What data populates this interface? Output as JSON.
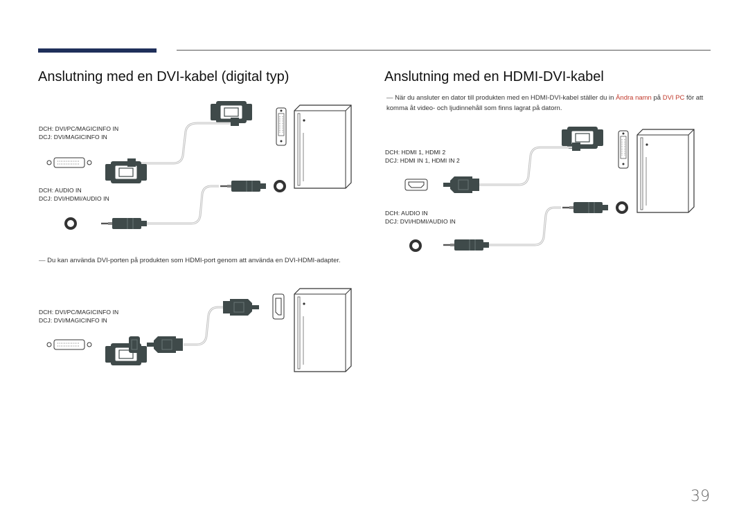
{
  "header": {
    "left_title": "Anslutning med en DVI-kabel (digital typ)",
    "right_title": "Anslutning med en HDMI-DVI-kabel"
  },
  "right": {
    "note_dash": "―",
    "note_part1": "När du ansluter en dator till produkten med en HDMI-DVI-kabel ställer du in ",
    "note_link1": "Ändra namn",
    "note_part2": " på ",
    "note_link2": "DVI PC",
    "note_part3": " för att komma åt video- och ljudinnehåll som finns lagrat på datorn.",
    "hdmi_label_1": "DCH: HDMI 1, HDMI 2",
    "hdmi_label_2": "DCJ: HDMI IN 1, HDMI IN 2",
    "audio_label_1": "DCH: AUDIO IN",
    "audio_label_2": "DCJ: DVI/HDMI/AUDIO IN"
  },
  "left": {
    "dvi_label_1": "DCH: DVI/PC/MAGICINFO IN",
    "dvi_label_2": "DCJ: DVI/MAGICINFO IN",
    "audio_label_1": "DCH: AUDIO IN",
    "audio_label_2": "DCJ: DVI/HDMI/AUDIO IN",
    "note_dash": "―",
    "note_text": "Du kan använda DVI-porten på produkten som HDMI-port genom att använda en DVI-HDMI-adapter.",
    "dvi2_label_1": "DCH: DVI/PC/MAGICINFO IN",
    "dvi2_label_2": "DCJ: DVI/MAGICINFO IN"
  },
  "footer": {
    "page_number": "39"
  },
  "colors": {
    "accent_bar": "#1f2f5a",
    "link": "#c0392b",
    "connector": "#3f4a4a"
  }
}
